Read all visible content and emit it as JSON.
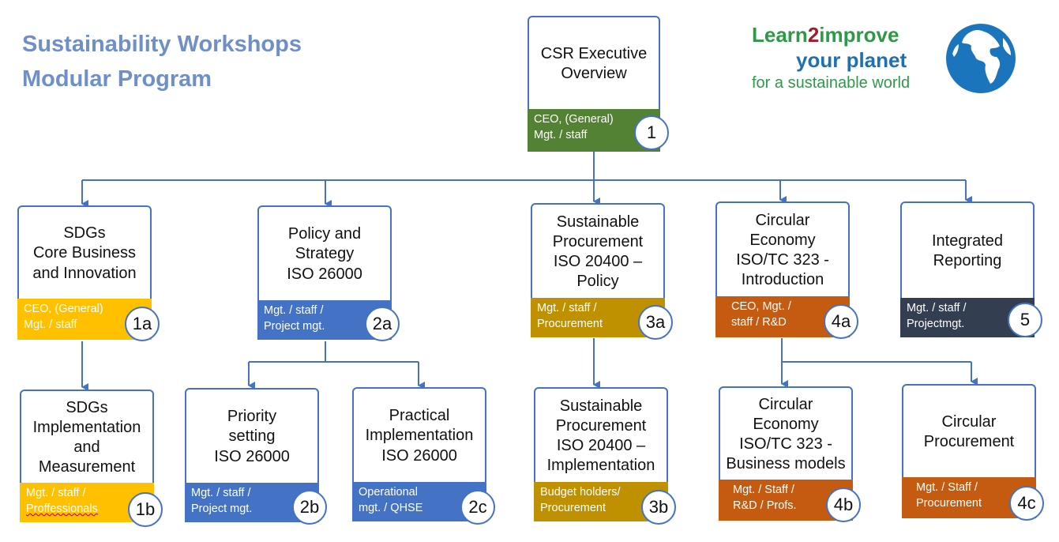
{
  "title": {
    "line1": "Sustainability Workshops",
    "line2": "Modular Program"
  },
  "logo": {
    "part_learn": "Learn",
    "part_two": "2",
    "part_improve": "improve",
    "line2": "your planet",
    "line3": "for a sustainable world",
    "icon": "globe-icon"
  },
  "colors": {
    "title": "#6e8fc8",
    "border": "#4472c4",
    "green": "#548235",
    "yellow": "#ffc000",
    "blue": "#4472c4",
    "gold": "#bf9000",
    "orange": "#c55a11",
    "navy": "#333f50"
  },
  "nodes": {
    "n1": {
      "name": [
        "CSR Executive",
        "Overview"
      ],
      "audience": [
        "CEO, (General)",
        "Mgt. / staff"
      ],
      "badge": "1"
    },
    "n1a": {
      "name": [
        "SDGs",
        "Core Business",
        "and Innovation"
      ],
      "audience": [
        "CEO, (General)",
        "Mgt. / staff"
      ],
      "badge": "1a"
    },
    "n1b": {
      "name": [
        "SDGs",
        "Implementation",
        "and",
        "Measurement"
      ],
      "audience": [
        "Mgt. / staff /",
        "Proffessionals"
      ],
      "badge": "1b"
    },
    "n2a": {
      "name": [
        "Policy and",
        "Strategy",
        "ISO 26000"
      ],
      "audience": [
        "Mgt. / staff /",
        "Project mgt."
      ],
      "badge": "2a"
    },
    "n2b": {
      "name": [
        "Priority",
        "setting",
        "ISO 26000"
      ],
      "audience": [
        "Mgt. / staff /",
        "Project mgt."
      ],
      "badge": "2b"
    },
    "n2c": {
      "name": [
        "Practical",
        "Implementation",
        "ISO 26000"
      ],
      "audience": [
        "Operational",
        "mgt. / QHSE"
      ],
      "badge": "2c"
    },
    "n3a": {
      "name": [
        "Sustainable",
        "Procurement",
        "ISO 20400 –",
        "Policy"
      ],
      "audience": [
        "Mgt. / staff /",
        "Procurement"
      ],
      "badge": "3a"
    },
    "n3b": {
      "name": [
        "Sustainable",
        "Procurement",
        "ISO 20400 –",
        "Implementation"
      ],
      "audience": [
        "Budget holders/",
        "Procurement"
      ],
      "badge": "3b"
    },
    "n4a": {
      "name": [
        "Circular",
        "Economy",
        "ISO/TC 323 -",
        "Introduction"
      ],
      "audience": [
        "CEO, Mgt. /",
        "staff / R&D"
      ],
      "badge": "4a"
    },
    "n4b": {
      "name": [
        "Circular",
        "Economy",
        "ISO/TC 323 -",
        "Business models"
      ],
      "audience": [
        "Mgt. / Staff /",
        "R&D / Profs."
      ],
      "badge": "4b"
    },
    "n4c": {
      "name": [
        "Circular",
        "Procurement"
      ],
      "audience": [
        "Mgt. / Staff /",
        "Procurement"
      ],
      "badge": "4c"
    },
    "n5": {
      "name": [
        "Integrated",
        "Reporting"
      ],
      "audience": [
        "Mgt. / staff /",
        "Projectmgt."
      ],
      "badge": "5"
    }
  }
}
